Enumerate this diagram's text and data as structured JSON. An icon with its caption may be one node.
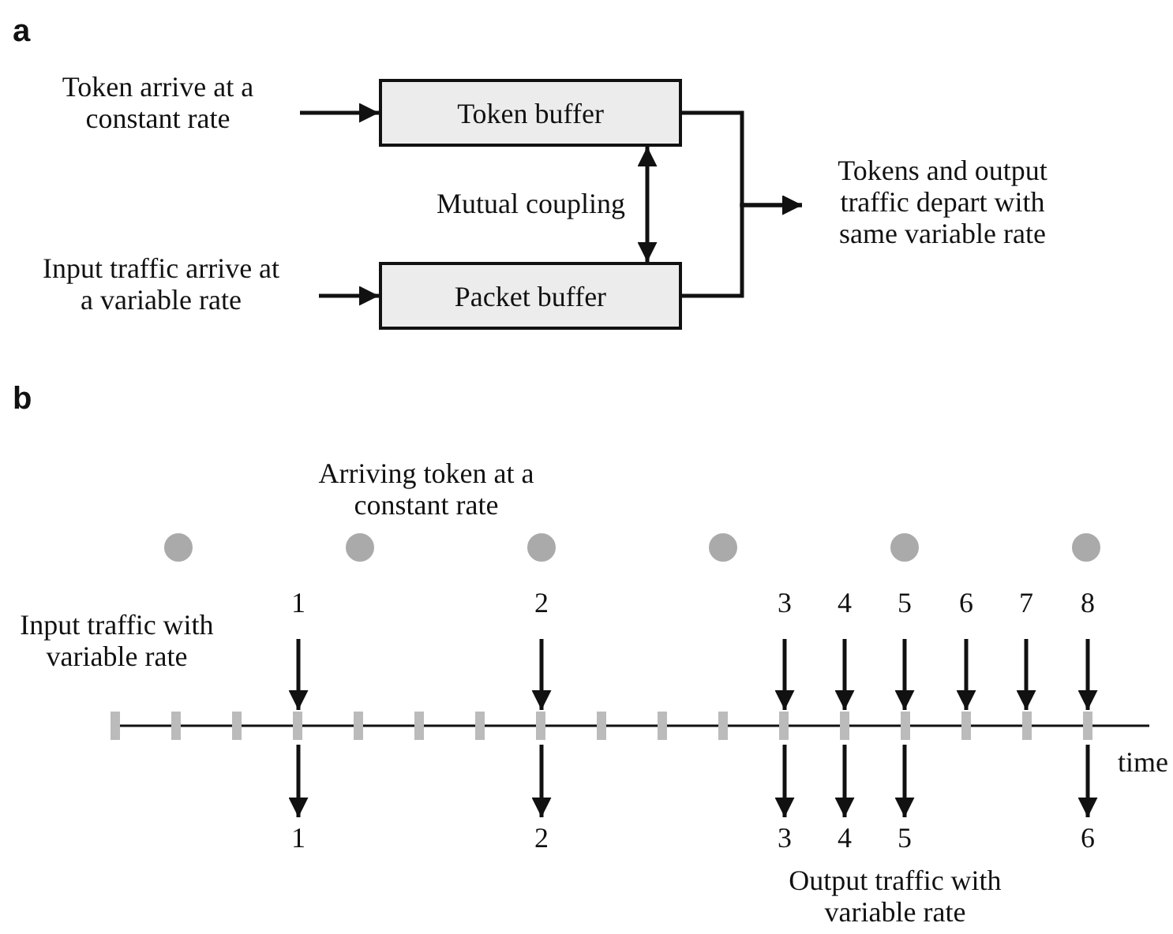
{
  "diagram": {
    "nodes": [
      {
        "text": [
          "Token arrive at a constant rate"
        ]
      },
      {
        "text": [
          "Token buffer"
        ]
      },
      {
        "text": [
          "Input traffic arrive at a variable rate"
        ]
      },
      {
        "text": [
          "Packet buffer"
        ]
      },
      {
        "text": [
          "Tokens and output traffic depart with same variable rate"
        ]
      }
    ],
    "edges": [
      {
        "from": 0,
        "to": 1,
        "arrow": "to"
      },
      {
        "from": 2,
        "to": 3,
        "arrow": "to"
      },
      {
        "from": 1,
        "to": 3,
        "arrow": "both",
        "label": "Mutual coupling"
      },
      {
        "from": 1,
        "to": 4,
        "arrow": "to"
      },
      {
        "from": 3,
        "to": 4,
        "arrow": "to"
      }
    ],
    "labels": [
      "a",
      "b",
      "Arriving token at a constant rate",
      "Input traffic with variable rate",
      "1",
      "2",
      "3",
      "4",
      "5",
      "6",
      "7",
      "8",
      "time",
      "1",
      "2",
      "3",
      "4",
      "5",
      "6",
      "Output traffic with variable rate"
    ]
  }
}
